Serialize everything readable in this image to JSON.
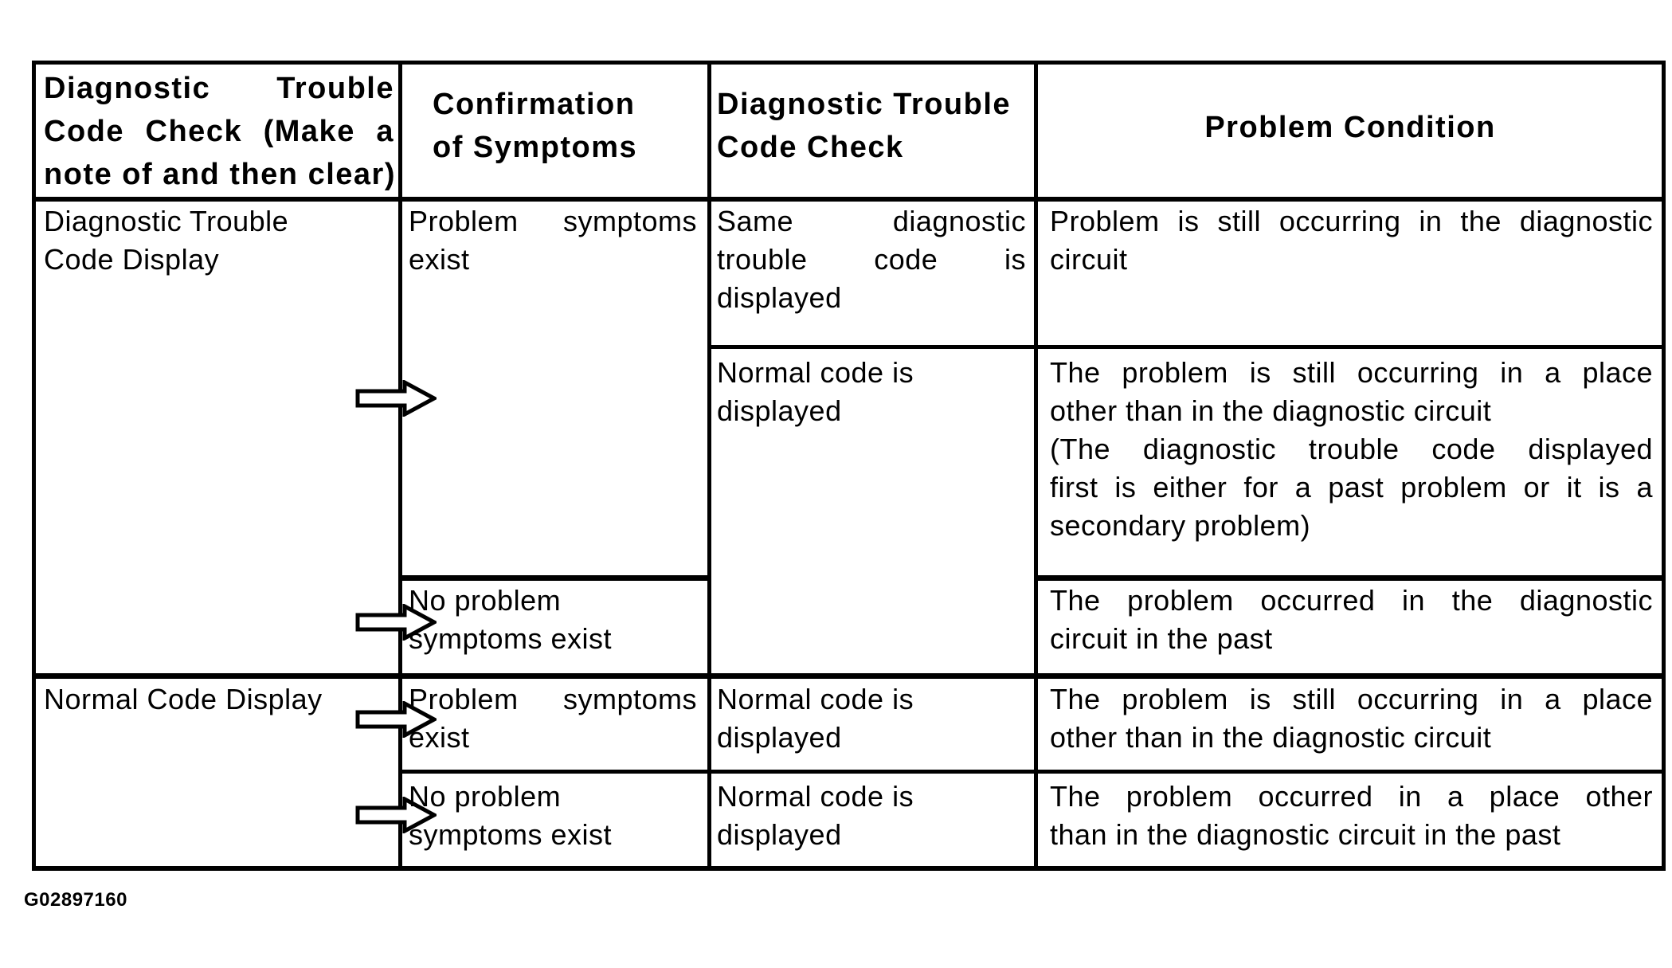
{
  "table": {
    "header": {
      "col1": {
        "lines": [
          "Diagnostic Trouble",
          "Code Check (Make a",
          "note of and then clear)"
        ],
        "stretch": [
          true,
          true,
          false
        ]
      },
      "col2": {
        "lines": [
          "Confirmation",
          "of Symptoms"
        ],
        "stretch": [
          false,
          false
        ]
      },
      "col3": {
        "lines": [
          "Diagnostic Trouble",
          "Code Check"
        ],
        "stretch": [
          false,
          false
        ]
      },
      "col4": {
        "lines": [
          "Problem Condition"
        ],
        "stretch": [
          false
        ]
      }
    },
    "cells": {
      "dtc_display": {
        "lines": [
          "Diagnostic Trouble",
          "Code Display"
        ],
        "stretch": [
          false,
          false
        ]
      },
      "r1_symptoms": {
        "lines": [
          "Problem symptoms",
          "exist"
        ],
        "stretch": [
          true,
          false
        ]
      },
      "r1_check": {
        "lines": [
          "Same diagnostic",
          "trouble code is",
          "displayed"
        ],
        "stretch": [
          true,
          true,
          false
        ]
      },
      "r1_condition": {
        "lines": [
          "Problem is still occurring in the diagnostic",
          "circuit"
        ],
        "stretch": [
          true,
          false
        ]
      },
      "r2_check": {
        "lines": [
          "Normal code is",
          "displayed"
        ],
        "stretch": [
          false,
          false
        ]
      },
      "r2_condition": {
        "lines": [
          "The problem is still occurring in a place",
          "other than in the diagnostic circuit",
          "(The diagnostic trouble code displayed",
          "first is either for a past problem or it is a",
          "secondary problem)"
        ],
        "stretch": [
          true,
          false,
          true,
          true,
          false
        ]
      },
      "r3_symptoms": {
        "lines": [
          "No problem",
          "symptoms exist"
        ],
        "stretch": [
          false,
          false
        ]
      },
      "r3_condition": {
        "lines": [
          "The problem occurred in the diagnostic",
          "circuit in the past"
        ],
        "stretch": [
          true,
          false
        ]
      },
      "normal_display": {
        "lines": [
          "Normal Code Display"
        ],
        "stretch": [
          false
        ]
      },
      "r4_symptoms": {
        "lines": [
          "Problem symptoms",
          "exist"
        ],
        "stretch": [
          true,
          false
        ]
      },
      "r4_check": {
        "lines": [
          "Normal code is",
          "displayed"
        ],
        "stretch": [
          false,
          false
        ]
      },
      "r4_condition": {
        "lines": [
          "The problem is still occurring in a place",
          "other than in the diagnostic circuit"
        ],
        "stretch": [
          true,
          false
        ]
      },
      "r5_symptoms": {
        "lines": [
          "No problem",
          "symptoms exist"
        ],
        "stretch": [
          false,
          false
        ]
      },
      "r5_check": {
        "lines": [
          "Normal code is",
          "displayed"
        ],
        "stretch": [
          false,
          false
        ]
      },
      "r5_condition": {
        "lines": [
          "The problem occurred in a place other",
          "than in the diagnostic circuit in the past"
        ],
        "stretch": [
          true,
          false
        ]
      }
    }
  },
  "figure_code": "G02897160",
  "icons": {
    "arrow": "right-block-arrow",
    "arrow_count": 4
  },
  "colors": {
    "ink": "#000000",
    "paper": "#ffffff"
  }
}
